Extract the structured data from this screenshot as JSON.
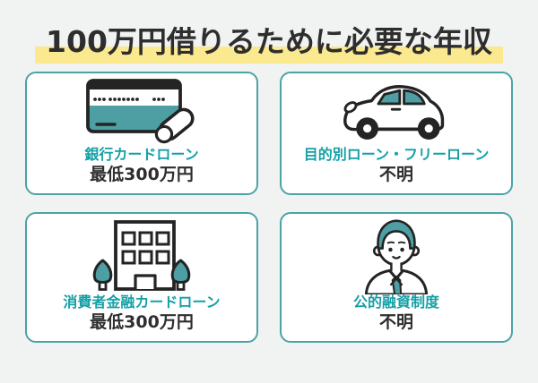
{
  "title": "100万円借りるために必要な年収",
  "colors": {
    "background": "#F1F2F2",
    "card_border": "#4BA3A5",
    "accent_teal_text": "#14A0A6",
    "icon_teal_fill": "#4E9FA3",
    "highlight_yellow": "#FAE98F",
    "text_dark": "#2E2E2E",
    "icon_outline": "#242424"
  },
  "cards": [
    {
      "icon": "credit-card-icon",
      "label": "銀行カードローン",
      "value": "最低300万円"
    },
    {
      "icon": "car-icon",
      "label": "目的別ローン・フリーローン",
      "value": "不明"
    },
    {
      "icon": "building-icon",
      "label": "消費者金融カードローン",
      "value": "最低300万円"
    },
    {
      "icon": "person-icon",
      "label": "公的融資制度",
      "value": "不明"
    }
  ]
}
